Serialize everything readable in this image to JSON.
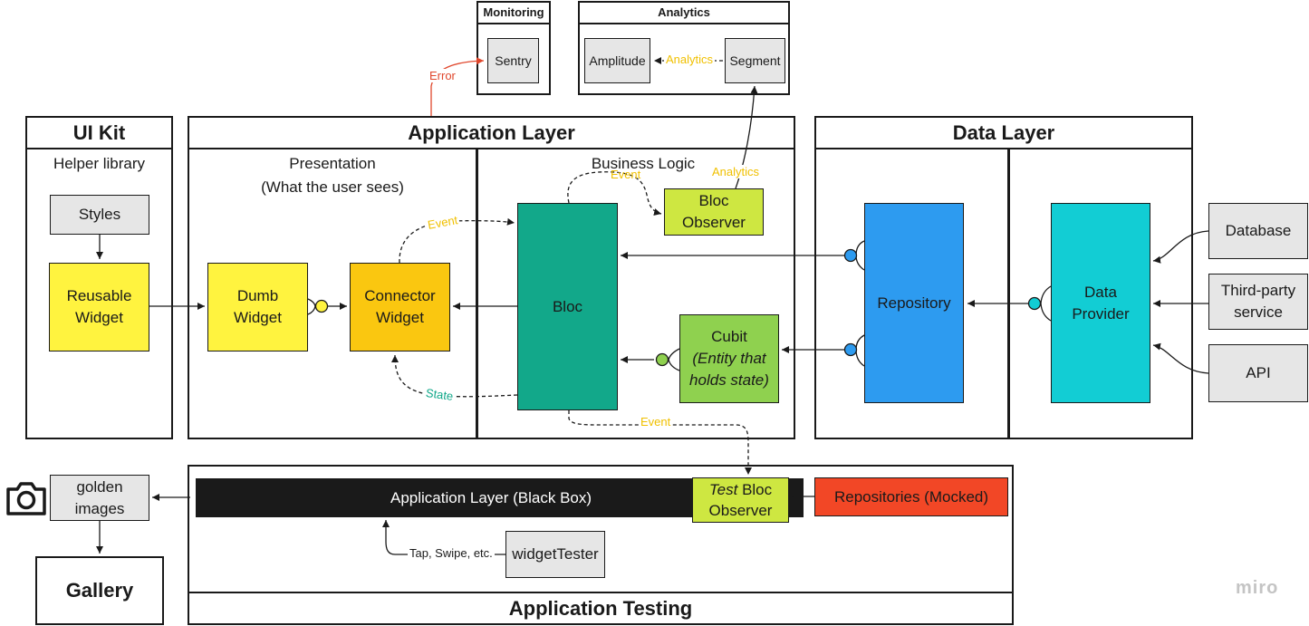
{
  "monitoring": {
    "title": "Monitoring",
    "sentry": "Sentry"
  },
  "analytics": {
    "title": "Analytics",
    "amplitude": "Amplitude",
    "segment": "Segment"
  },
  "ui_kit": {
    "title": "UI Kit",
    "subtitle": "Helper library",
    "styles": "Styles",
    "reusable_widget": "Reusable\nWidget"
  },
  "app_layer": {
    "title": "Application Layer",
    "presentation": "Presentation\n(What the user sees)",
    "business_logic": "Business Logic",
    "dumb_widget": "Dumb\nWidget",
    "connector_widget": "Connector\nWidget",
    "bloc": "Bloc",
    "bloc_observer": "Bloc\nObserver",
    "cubit": "Cubit",
    "cubit_note": "(Entity that\nholds state)"
  },
  "data_layer": {
    "title": "Data Layer",
    "repository": "Repository",
    "data_provider": "Data\nProvider"
  },
  "sources": {
    "database": "Database",
    "third_party": "Third-party\nservice",
    "api": "API"
  },
  "testing": {
    "title": "Application Testing",
    "black_box": "Application Layer (Black Box)",
    "test_bloc_observer_italic": "Test",
    "test_bloc_observer_rest": " Bloc\nObserver",
    "repositories_mocked": "Repositories (Mocked)",
    "widget_tester": "widgetTester",
    "golden_images": "golden\nimages",
    "gallery": "Gallery"
  },
  "edge_labels": {
    "error": "Error",
    "analytics_arrow": "Analytics",
    "analytics_up": "Analytics",
    "event_observer": "Event",
    "event_widget": "Event",
    "state": "State",
    "event_test": "Event",
    "tap_swipe": "Tap, Swipe, etc."
  },
  "watermark": "miro",
  "colors": {
    "yellow": "#fff33f",
    "orange": "#fac710",
    "teal": "#12a88a",
    "lime": "#cee741",
    "green": "#8fd14f",
    "blue": "#2d9bf0",
    "cyan": "#12cdd4",
    "red": "#f24726",
    "gray": "#e6e6e6",
    "error_red": "#e0472c",
    "analytics_yellow": "#f0c000",
    "state_teal": "#12a88a"
  },
  "icons": [
    "camera-icon"
  ]
}
